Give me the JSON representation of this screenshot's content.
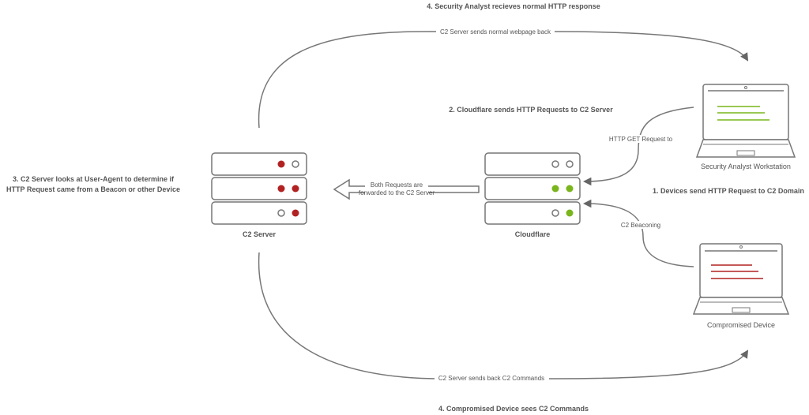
{
  "title_top": "4. Security Analyst recieves normal HTTP response",
  "title_bottom": "4. Compromised Device sees C2 Commands",
  "step2": "2. Cloudflare sends HTTP Requests to C2 Server",
  "step1": "1. Devices send HTTP Request to C2 Domain",
  "step3_line1": "3. C2 Server looks at User-Agent to determine if",
  "step3_line2": "HTTP Request came from a Beacon or other Device",
  "edges": {
    "top_arc": "C2 Server sends normal webpage back",
    "bottom_arc": "C2 Server sends back C2 Commands",
    "http_get": "HTTP GET Request to",
    "beaconing": "C2 Beaconing",
    "forward_line1": "Both Requests are",
    "forward_line2": "forwarded to the C2 Server"
  },
  "nodes": {
    "c2_server": "C2 Server",
    "cloudflare": "Cloudflare",
    "analyst": "Security Analyst Workstation",
    "compromised": "Compromised Device"
  },
  "colors": {
    "stroke": "#777777",
    "red": "#b22222",
    "green": "#7ab51d",
    "text": "#555555"
  }
}
